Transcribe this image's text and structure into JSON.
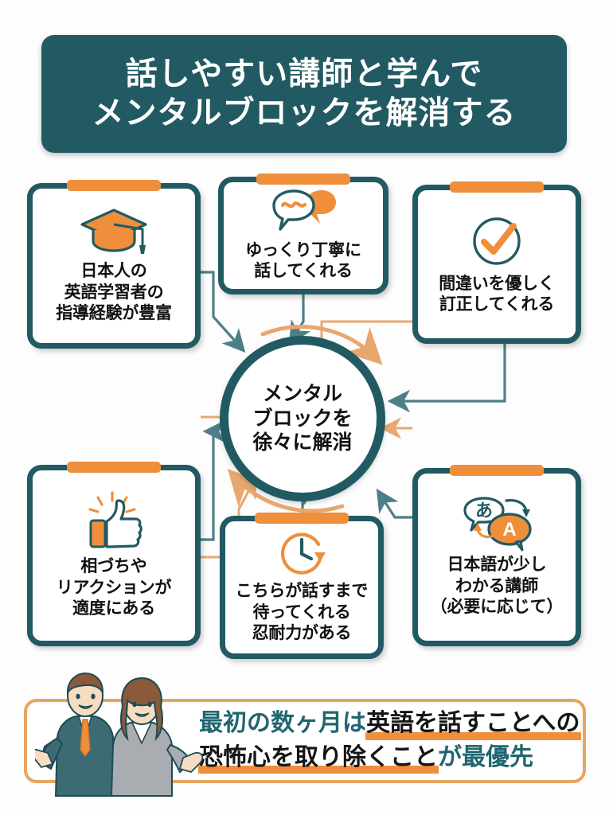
{
  "title": {
    "line1": "話しやすい講師と学んで",
    "line2": "メンタルブロックを解消する"
  },
  "center": {
    "line1": "メンタル",
    "line2": "ブロックを",
    "line3": "徐々に解消"
  },
  "cards": [
    {
      "id": "card1",
      "icon": "graduation-cap-icon",
      "lines": [
        "日本人の",
        "英語学習者の",
        "指導経験が豊富"
      ]
    },
    {
      "id": "card2",
      "icon": "speech-bubbles-tilde-icon",
      "lines": [
        "ゆっくり丁寧に",
        "話してくれる"
      ]
    },
    {
      "id": "card3",
      "icon": "check-circle-icon",
      "lines": [
        "間違いを優しく",
        "訂正してくれる"
      ]
    },
    {
      "id": "card4",
      "icon": "thumbs-up-icon",
      "lines": [
        "相づちや",
        "リアクションが",
        "適度にある"
      ]
    },
    {
      "id": "card5",
      "icon": "clock-arrow-icon",
      "lines": [
        "こちらが話すまで",
        "待ってくれる",
        "忍耐力がある"
      ]
    },
    {
      "id": "card6",
      "icon": "translation-bubbles-icon",
      "lines": [
        "日本語が少し",
        "わかる講師",
        "（必要に応じて）"
      ]
    }
  ],
  "banner": {
    "line1_teal": "最初の数ヶ月は",
    "line1_dark": "英語を話すことへの",
    "line2_dark": "恐怖心を取り除くこと",
    "line2_teal": "が最優先",
    "illustration": "two-business-people-illustration"
  },
  "colors": {
    "teal": "#225a63",
    "orange": "#ef8f3c",
    "banner_border": "#e8a560",
    "text_dark": "#111111",
    "white": "#ffffff"
  }
}
